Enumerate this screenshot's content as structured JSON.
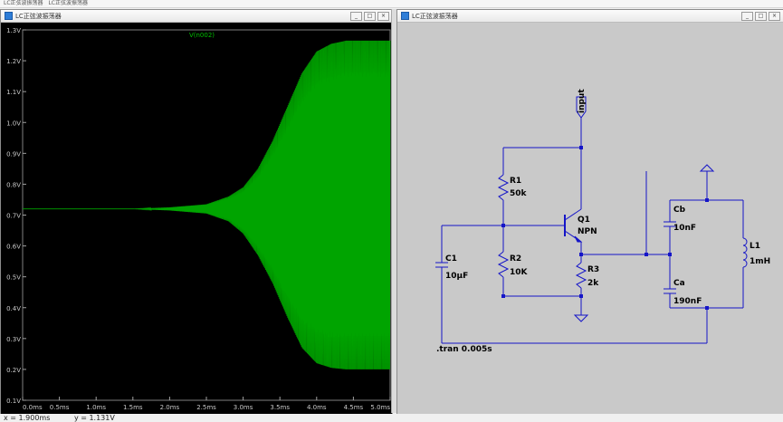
{
  "app": {
    "tabs": [
      "LC正弦波振荡器",
      "LC正弦波振荡器"
    ]
  },
  "waveform_window": {
    "title": "LC正弦波振荡器",
    "controls": [
      "_",
      "□",
      "×"
    ]
  },
  "schematic_window": {
    "title": "LC正弦波振荡器",
    "controls": [
      "_",
      "□",
      "×"
    ],
    "components": {
      "R1": {
        "name": "R1",
        "value": "50k"
      },
      "R2": {
        "name": "R2",
        "value": "10K"
      },
      "R3": {
        "name": "R3",
        "value": "2k"
      },
      "Q1": {
        "name": "Q1",
        "value": "NPN"
      },
      "C1": {
        "name": "C1",
        "value": "10µF"
      },
      "Cb": {
        "name": "Cb",
        "value": "10nF"
      },
      "Ca": {
        "name": "Ca",
        "value": "190nF"
      },
      "L1": {
        "name": "L1",
        "value": "1mH"
      }
    },
    "input_label": "input",
    "directive": ".tran 0.005s"
  },
  "status": {
    "x_readout": "x = 1.900ms",
    "y_readout": "y = 1.131V"
  },
  "chart_data": {
    "type": "line",
    "title": "",
    "series": [
      {
        "name": "V(n002)",
        "color": "#00a400"
      }
    ],
    "envelope_points": {
      "time_ms": [
        0,
        0.5,
        1.0,
        1.5,
        2.0,
        2.5,
        2.8,
        3.0,
        3.2,
        3.4,
        3.6,
        3.8,
        4.0,
        4.2,
        4.4,
        5.0
      ],
      "upper_V": [
        0.72,
        0.72,
        0.72,
        0.72,
        0.725,
        0.735,
        0.76,
        0.79,
        0.85,
        0.94,
        1.05,
        1.16,
        1.23,
        1.255,
        1.265,
        1.265
      ],
      "lower_V": [
        0.72,
        0.72,
        0.72,
        0.72,
        0.715,
        0.705,
        0.68,
        0.64,
        0.57,
        0.48,
        0.37,
        0.27,
        0.22,
        0.205,
        0.2,
        0.2
      ]
    },
    "xlim": [
      0,
      5.0
    ],
    "ylim": [
      0.1,
      1.3
    ],
    "x_ticks": [
      "0.0ms",
      "0.5ms",
      "1.0ms",
      "1.5ms",
      "2.0ms",
      "2.5ms",
      "3.0ms",
      "3.5ms",
      "4.0ms",
      "4.5ms",
      "5.0ms"
    ],
    "x_tick_values": [
      0,
      0.5,
      1.0,
      1.5,
      2.0,
      2.5,
      3.0,
      3.5,
      4.0,
      4.5,
      5.0
    ],
    "y_ticks": [
      "0.1V",
      "0.2V",
      "0.3V",
      "0.4V",
      "0.5V",
      "0.6V",
      "0.7V",
      "0.8V",
      "0.9V",
      "1.0V",
      "1.1V",
      "1.2V",
      "1.3V"
    ],
    "y_tick_values": [
      0.1,
      0.2,
      0.3,
      0.4,
      0.5,
      0.6,
      0.7,
      0.8,
      0.9,
      1.0,
      1.1,
      1.2,
      1.3
    ],
    "grid": true
  }
}
